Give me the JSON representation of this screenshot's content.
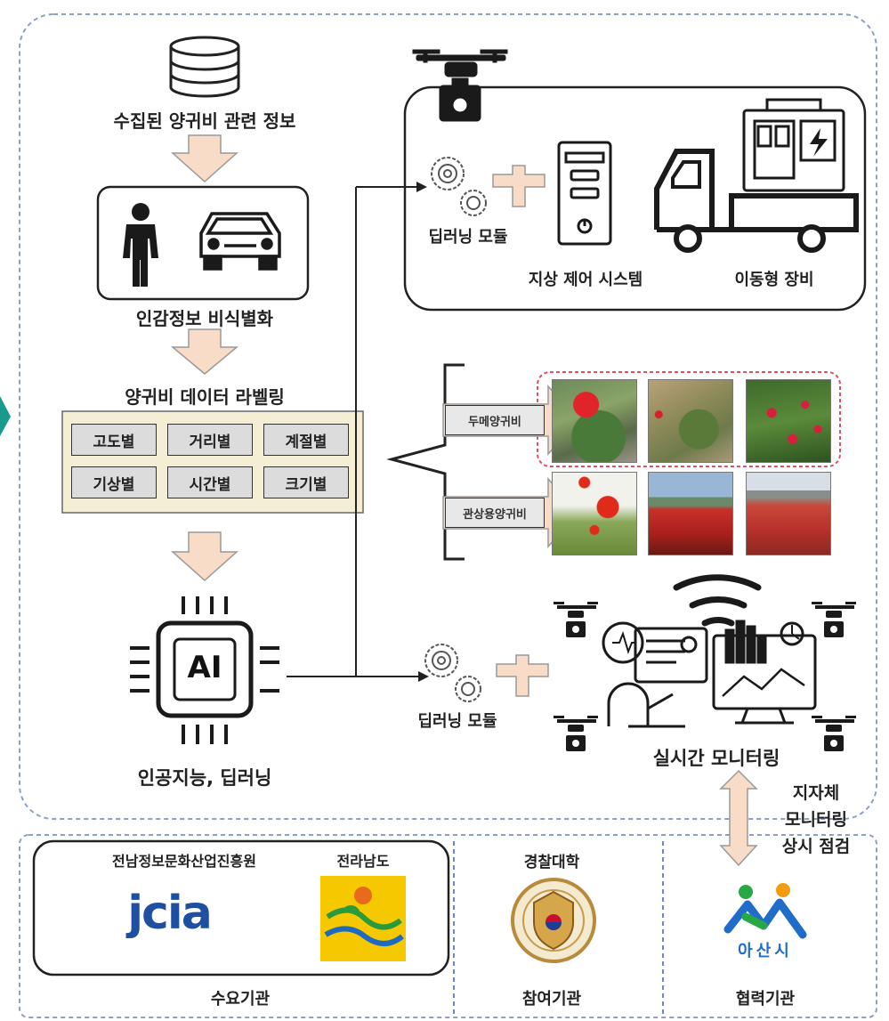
{
  "left_flow": {
    "collected_info": "수집된 양귀비 관련 정보",
    "deidentify": "인감정보 비식별화",
    "labeling_title": "양귀비 데이터 라벨링",
    "label_cells": [
      "고도별",
      "거리별",
      "계절별",
      "기상별",
      "시간별",
      "크기별"
    ],
    "ai_chip_text": "AI",
    "ai_caption": "인공지능, 딥러닝"
  },
  "top_right": {
    "module_label": "딥러닝 모듈",
    "ground_system": "지상 제어 시스템",
    "mobile_equipment": "이동형 장비"
  },
  "images": {
    "row1_label": "두메양귀비",
    "row2_label": "관상용양귀비"
  },
  "bottom_right": {
    "module_label": "딥러닝 모듈",
    "monitoring": "실시간 모니터링",
    "side_text": [
      "지자체",
      "모니터링",
      "상시 점검"
    ]
  },
  "orgs": {
    "demand": {
      "org1": "전남정보문화산업진흥원",
      "org2": "전라남도",
      "logo_text": "jcia",
      "caption": "수요기관"
    },
    "participant": {
      "org": "경찰대학",
      "caption": "참여기관"
    },
    "partner": {
      "logo_text": "아산시",
      "caption": "협력기관"
    }
  },
  "colors": {
    "arrow_fill": "#f8dcc8",
    "dashed_border": "#8aa0c8",
    "teal": "#1a9a8a",
    "jcia_blue": "#1f4fa0",
    "jeonnam_yellow": "#f5c800"
  }
}
